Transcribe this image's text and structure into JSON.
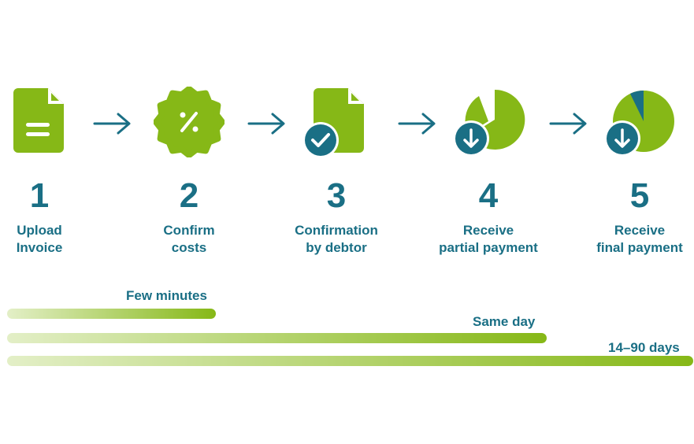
{
  "steps": [
    {
      "number": "1",
      "line1": "Upload",
      "line2": "Invoice",
      "icon": "document-icon"
    },
    {
      "number": "2",
      "line1": "Confirm",
      "line2": "costs",
      "icon": "percent-badge-icon"
    },
    {
      "number": "3",
      "line1": "Confirmation",
      "line2": "by debtor",
      "icon": "document-check-icon"
    },
    {
      "number": "4",
      "line1": "Receive",
      "line2": "partial payment",
      "icon": "partial-pie-download-icon"
    },
    {
      "number": "5",
      "line1": "Receive",
      "line2": "final payment",
      "icon": "full-pie-download-icon"
    }
  ],
  "timeline": [
    {
      "label": "Few minutes"
    },
    {
      "label": "Same day"
    },
    {
      "label": "14–90 days"
    }
  ],
  "colors": {
    "green": "#86b817",
    "teal": "#1a6f85",
    "light_green": "#e3efc7"
  }
}
